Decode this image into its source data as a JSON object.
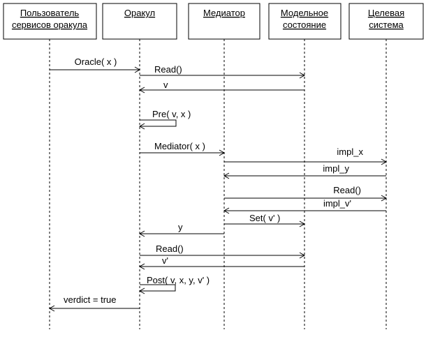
{
  "actors": [
    {
      "id": "user",
      "lines": [
        "Пользователь",
        "сервисов оракула"
      ]
    },
    {
      "id": "oracle",
      "lines": [
        "Оракул"
      ]
    },
    {
      "id": "mediator",
      "lines": [
        "Медиатор"
      ]
    },
    {
      "id": "model",
      "lines": [
        "Модельное",
        "состояние"
      ]
    },
    {
      "id": "target",
      "lines": [
        "Целевая",
        "система"
      ]
    }
  ],
  "messages": [
    {
      "from": "user",
      "to": "oracle",
      "label": "Oracle( x )"
    },
    {
      "from": "oracle",
      "to": "model",
      "label": "Read()"
    },
    {
      "from": "model",
      "to": "oracle",
      "label": "v"
    },
    {
      "from": "oracle",
      "to": "oracle",
      "label": "Pre( v, x )"
    },
    {
      "from": "oracle",
      "to": "mediator",
      "label": "Mediator( x )"
    },
    {
      "from": "mediator",
      "to": "target",
      "label": "impl_x"
    },
    {
      "from": "target",
      "to": "mediator",
      "label": "impl_y"
    },
    {
      "from": "mediator",
      "to": "target",
      "label": "Read()"
    },
    {
      "from": "target",
      "to": "mediator",
      "label": "impl_v'"
    },
    {
      "from": "mediator",
      "to": "model",
      "label": "Set( v' )"
    },
    {
      "from": "mediator",
      "to": "oracle",
      "label": "y"
    },
    {
      "from": "oracle",
      "to": "model",
      "label": "Read()"
    },
    {
      "from": "model",
      "to": "oracle",
      "label": "v'"
    },
    {
      "from": "oracle",
      "to": "oracle",
      "label": "Post( v, x, y, v' )"
    },
    {
      "from": "oracle",
      "to": "user",
      "label": "verdict = true"
    }
  ]
}
